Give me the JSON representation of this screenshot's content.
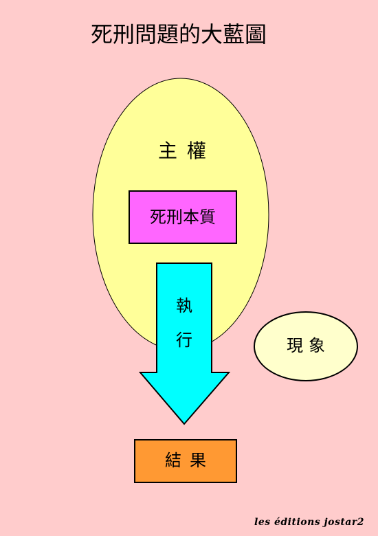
{
  "diagram": {
    "title": "死刑問題的大藍圖",
    "nodes": {
      "sovereignty": "主權",
      "essence": "死刑本質",
      "execution": [
        "執",
        "行"
      ],
      "phenomenon": "現象",
      "result": "結果"
    },
    "credit": "les éditions jostar2"
  },
  "colors": {
    "background": "#ffcccc",
    "sovereignty_fill": "#ffff99",
    "essence_fill": "#ff66ff",
    "execution_arrow_fill": "#00ffff",
    "phenomenon_fill": "#ffffcc",
    "result_fill": "#ff9933",
    "stroke": "#000000"
  }
}
